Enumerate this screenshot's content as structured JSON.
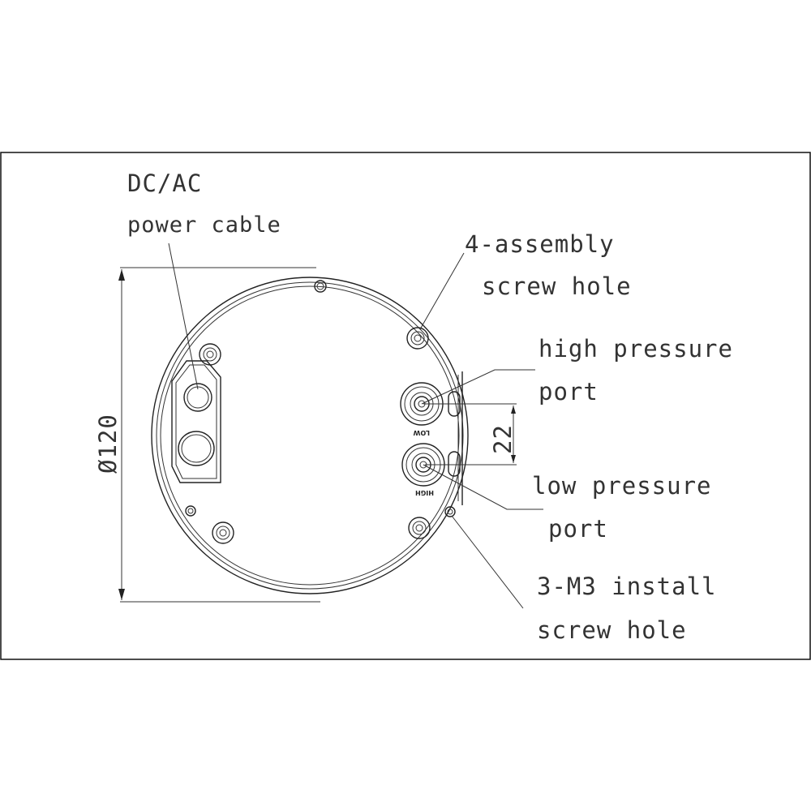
{
  "labels": {
    "power_line1": "DC/AC",
    "power_line2": "power cable",
    "assembly_line1": "4-assembly",
    "assembly_line2": "screw hole",
    "high_line1": "high pressure",
    "high_line2": "port",
    "low_line1": "low pressure",
    "low_line2": "port",
    "install_line1": "3-M3  install",
    "install_line2": "screw hole",
    "diameter": "Ø120",
    "spacing": "22",
    "port_mark_top": "LOW",
    "port_mark_bottom": "HIGH"
  }
}
